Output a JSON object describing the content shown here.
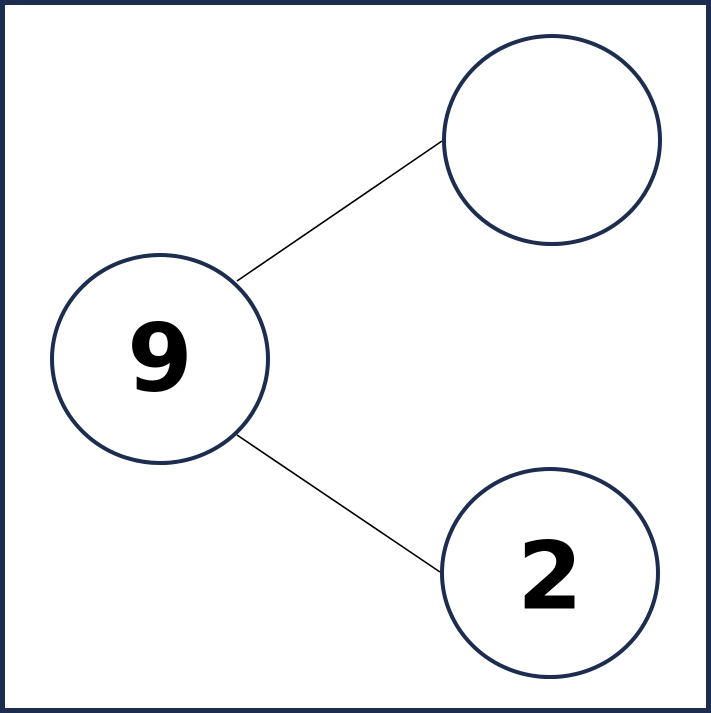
{
  "diagram": {
    "type": "number-bond",
    "colors": {
      "frame": "#1c2d4f",
      "node_stroke": "#1c2d4f",
      "connector": "#000000",
      "text": "#000000",
      "background": "#ffffff"
    },
    "whole": {
      "label": "9"
    },
    "parts": [
      {
        "label": ""
      },
      {
        "label": "2"
      }
    ]
  }
}
